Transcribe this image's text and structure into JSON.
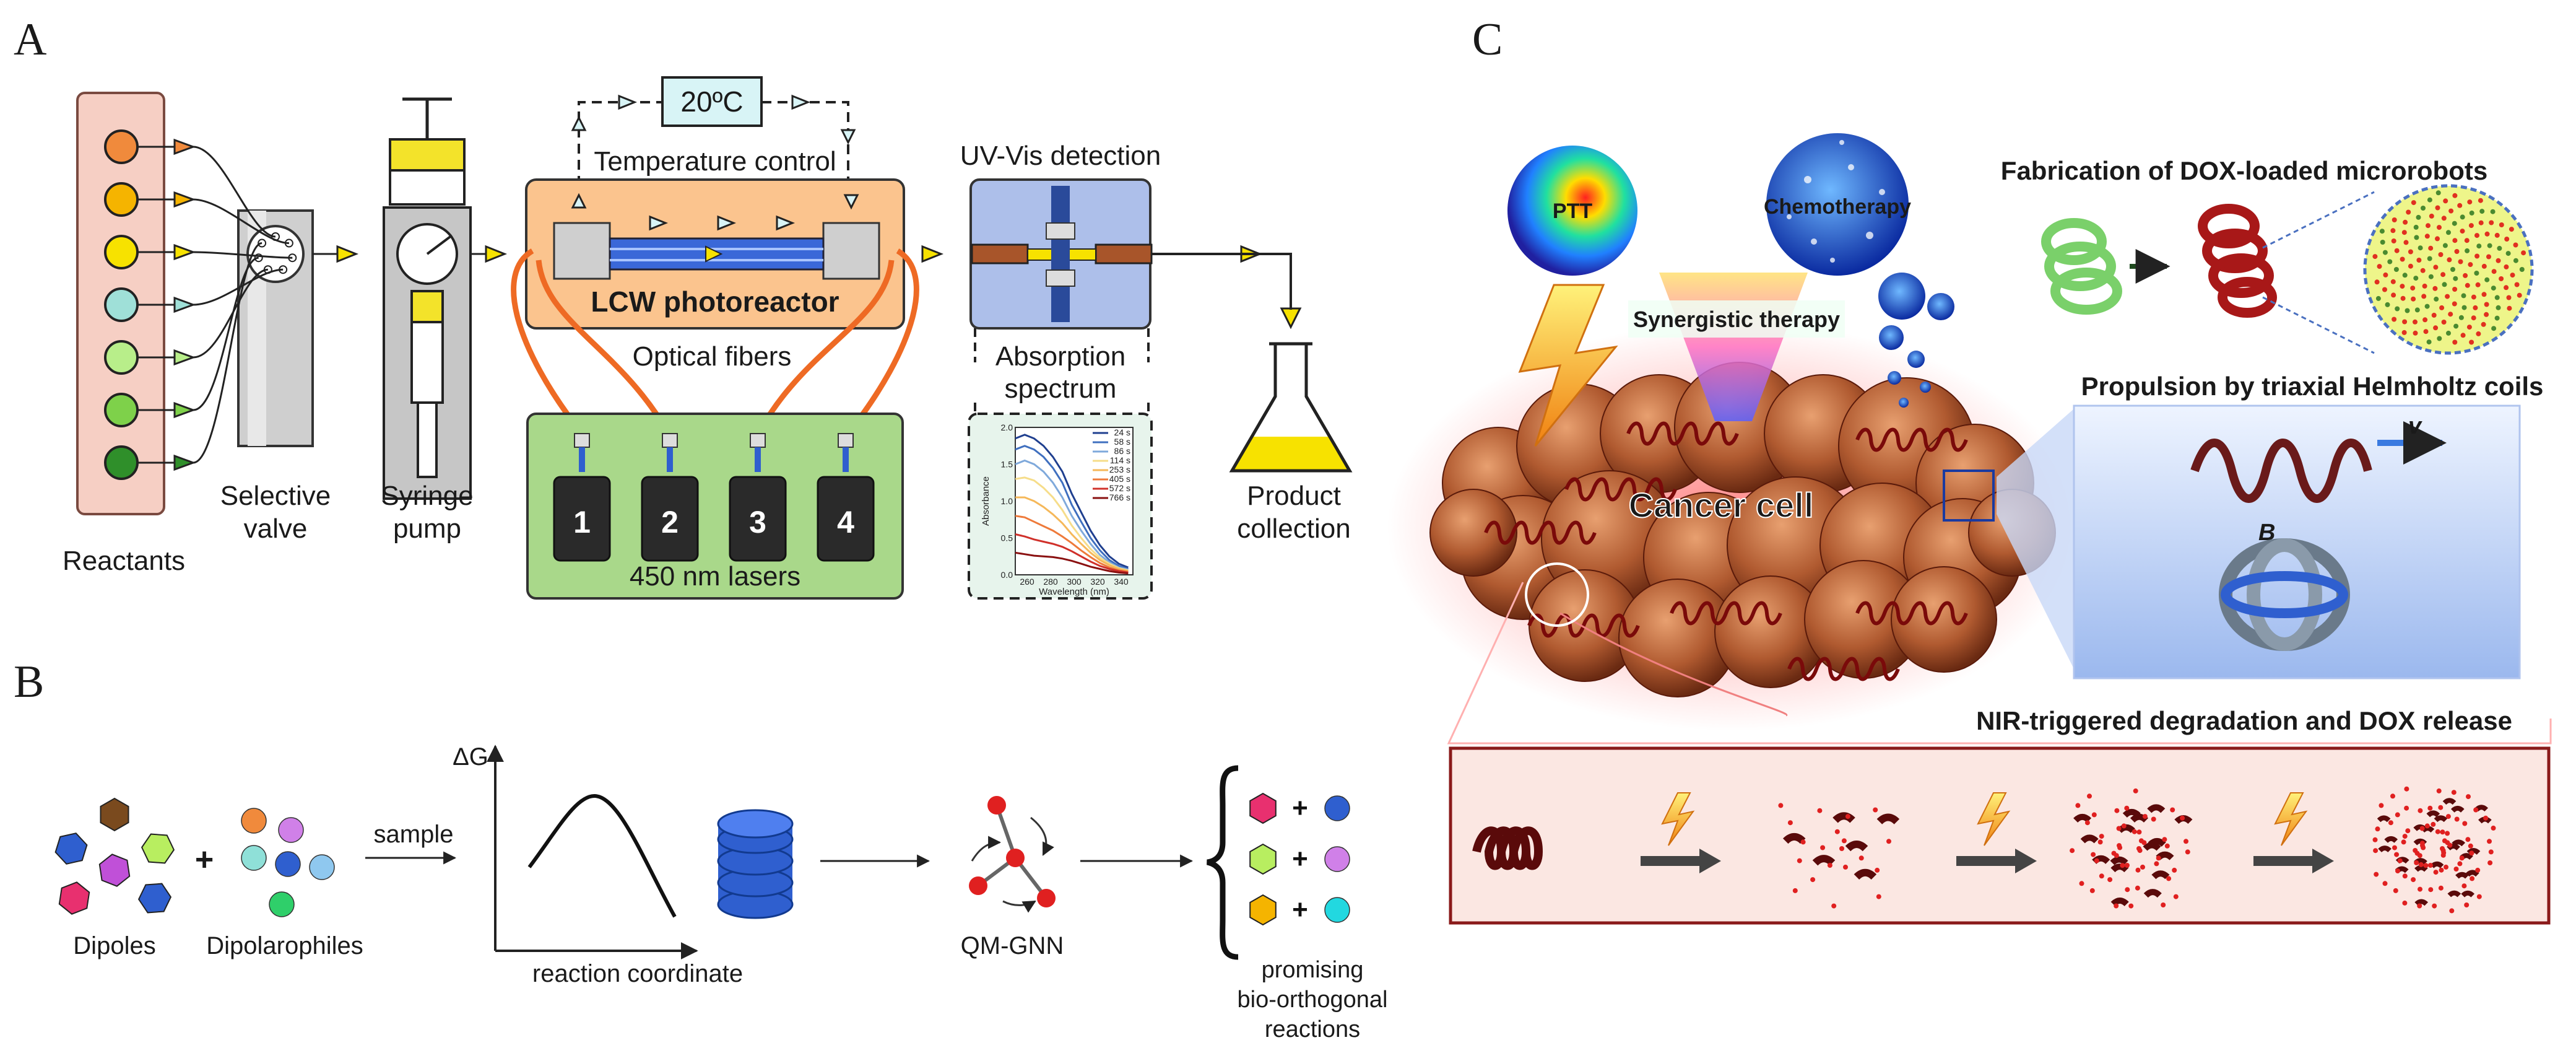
{
  "panel_labels": {
    "a": "A",
    "b": "B",
    "c": "C"
  },
  "panel_a": {
    "reactants_label": "Reactants",
    "reactant_colors": [
      "#f08a3c",
      "#f5b400",
      "#f7e200",
      "#9fe0d8",
      "#b8ee8a",
      "#7ed14a",
      "#2f8f2a"
    ],
    "selective_valve": [
      "Selective",
      "valve"
    ],
    "syringe_pump": [
      "Syringe",
      "pump"
    ],
    "temperature": "20ºC",
    "temperature_control": "Temperature control",
    "photoreactor": "LCW photoreactor",
    "optical_fibers": "Optical fibers",
    "laser_numbers": [
      "1",
      "2",
      "3",
      "4"
    ],
    "lasers_label": "450 nm lasers",
    "uvvis": "UV-Vis detection",
    "absorption": [
      "Absorption",
      "spectrum"
    ],
    "product": [
      "Product",
      "collection"
    ]
  },
  "spectrum_chart": {
    "chart_data": {
      "type": "line",
      "xlabel": "Wavelength (nm)",
      "ylabel": "Absorbance",
      "xlim": [
        250,
        350
      ],
      "ylim": [
        0,
        2.0
      ],
      "x_ticks": [
        "260",
        "280",
        "300",
        "320",
        "340"
      ],
      "y_ticks": [
        "0.0",
        "0.5",
        "1.0",
        "1.5",
        "2.0"
      ],
      "series": [
        {
          "name": "24 s",
          "color": "#1f3f8f",
          "x": [
            250,
            258,
            266,
            274,
            282,
            290,
            298,
            306,
            314,
            322,
            330,
            338,
            346
          ],
          "y": [
            1.85,
            1.9,
            1.85,
            1.75,
            1.6,
            1.4,
            1.1,
            0.85,
            0.6,
            0.4,
            0.25,
            0.15,
            0.1
          ]
        },
        {
          "name": "58 s",
          "color": "#3f6fbf",
          "x": [
            250,
            258,
            266,
            274,
            282,
            290,
            298,
            306,
            314,
            322,
            330,
            338,
            346
          ],
          "y": [
            1.7,
            1.75,
            1.7,
            1.6,
            1.45,
            1.25,
            0.95,
            0.72,
            0.5,
            0.33,
            0.2,
            0.12,
            0.08
          ]
        },
        {
          "name": "86 s",
          "color": "#7fa9db",
          "x": [
            250,
            258,
            266,
            274,
            282,
            290,
            298,
            306,
            314,
            322,
            330,
            338,
            346
          ],
          "y": [
            1.5,
            1.55,
            1.5,
            1.4,
            1.25,
            1.05,
            0.8,
            0.6,
            0.42,
            0.27,
            0.17,
            0.1,
            0.07
          ]
        },
        {
          "name": "114 s",
          "color": "#f6dd8a",
          "x": [
            250,
            258,
            266,
            274,
            282,
            290,
            298,
            306,
            314,
            322,
            330,
            338,
            346
          ],
          "y": [
            1.3,
            1.32,
            1.28,
            1.18,
            1.05,
            0.88,
            0.67,
            0.5,
            0.35,
            0.23,
            0.15,
            0.09,
            0.06
          ]
        },
        {
          "name": "253 s",
          "color": "#f5b85a",
          "x": [
            250,
            258,
            266,
            274,
            282,
            290,
            298,
            306,
            314,
            322,
            330,
            338,
            346
          ],
          "y": [
            1.05,
            1.05,
            1.0,
            0.92,
            0.82,
            0.7,
            0.55,
            0.42,
            0.3,
            0.2,
            0.13,
            0.08,
            0.05
          ]
        },
        {
          "name": "405 s",
          "color": "#ee7a3a",
          "x": [
            250,
            258,
            266,
            274,
            282,
            290,
            298,
            306,
            314,
            322,
            330,
            338,
            346
          ],
          "y": [
            0.8,
            0.78,
            0.72,
            0.66,
            0.6,
            0.52,
            0.43,
            0.33,
            0.24,
            0.16,
            0.1,
            0.06,
            0.04
          ]
        },
        {
          "name": "572 s",
          "color": "#d0302a",
          "x": [
            250,
            258,
            266,
            274,
            282,
            290,
            298,
            306,
            314,
            322,
            330,
            338,
            346
          ],
          "y": [
            0.55,
            0.52,
            0.48,
            0.45,
            0.42,
            0.38,
            0.32,
            0.25,
            0.18,
            0.12,
            0.08,
            0.05,
            0.03
          ]
        },
        {
          "name": "766 s",
          "color": "#8a1010",
          "x": [
            250,
            258,
            266,
            274,
            282,
            290,
            298,
            306,
            314,
            322,
            330,
            338,
            346
          ],
          "y": [
            0.3,
            0.28,
            0.26,
            0.25,
            0.24,
            0.22,
            0.19,
            0.15,
            0.11,
            0.08,
            0.05,
            0.03,
            0.02
          ]
        }
      ]
    }
  },
  "panel_b": {
    "dipoles": "Dipoles",
    "plus": "+",
    "dipolarophiles": "Dipolarophiles",
    "sample": "sample",
    "delta_g": "ΔG",
    "reaction_coordinate": "reaction coordinate",
    "qm_gnn": "QM-GNN",
    "promising": [
      "promising",
      "bio-orthogonal",
      "reactions"
    ],
    "dipole_colors": [
      "#7a4a1e",
      "#2f5fcf",
      "#b8ee60",
      "#c050d8",
      "#e8306f",
      "#2f5fcf"
    ],
    "dipolarophile_colors": [
      "#f08a3c",
      "#d080e8",
      "#8fe0d8",
      "#2f5fcf",
      "#8fc8ef",
      "#2fcf6a"
    ],
    "result_pairs": [
      {
        "left": "#e8306f",
        "right": "#2f5fcf"
      },
      {
        "left": "#b8ee60",
        "right": "#d080e8"
      },
      {
        "left": "#f5b400",
        "right": "#22d8e0"
      }
    ]
  },
  "panel_c": {
    "ptt": "PTT",
    "chemotherapy": "Chemotherapy",
    "synergistic": "Synergistic therapy",
    "cancer_cell": "Cancer cell",
    "fabrication": "Fabrication of DOX-loaded microrobots",
    "propulsion": "Propulsion by triaxial Helmholtz coils",
    "v": "v",
    "b_field": "B",
    "nir": "NIR-triggered degradation and DOX release"
  }
}
